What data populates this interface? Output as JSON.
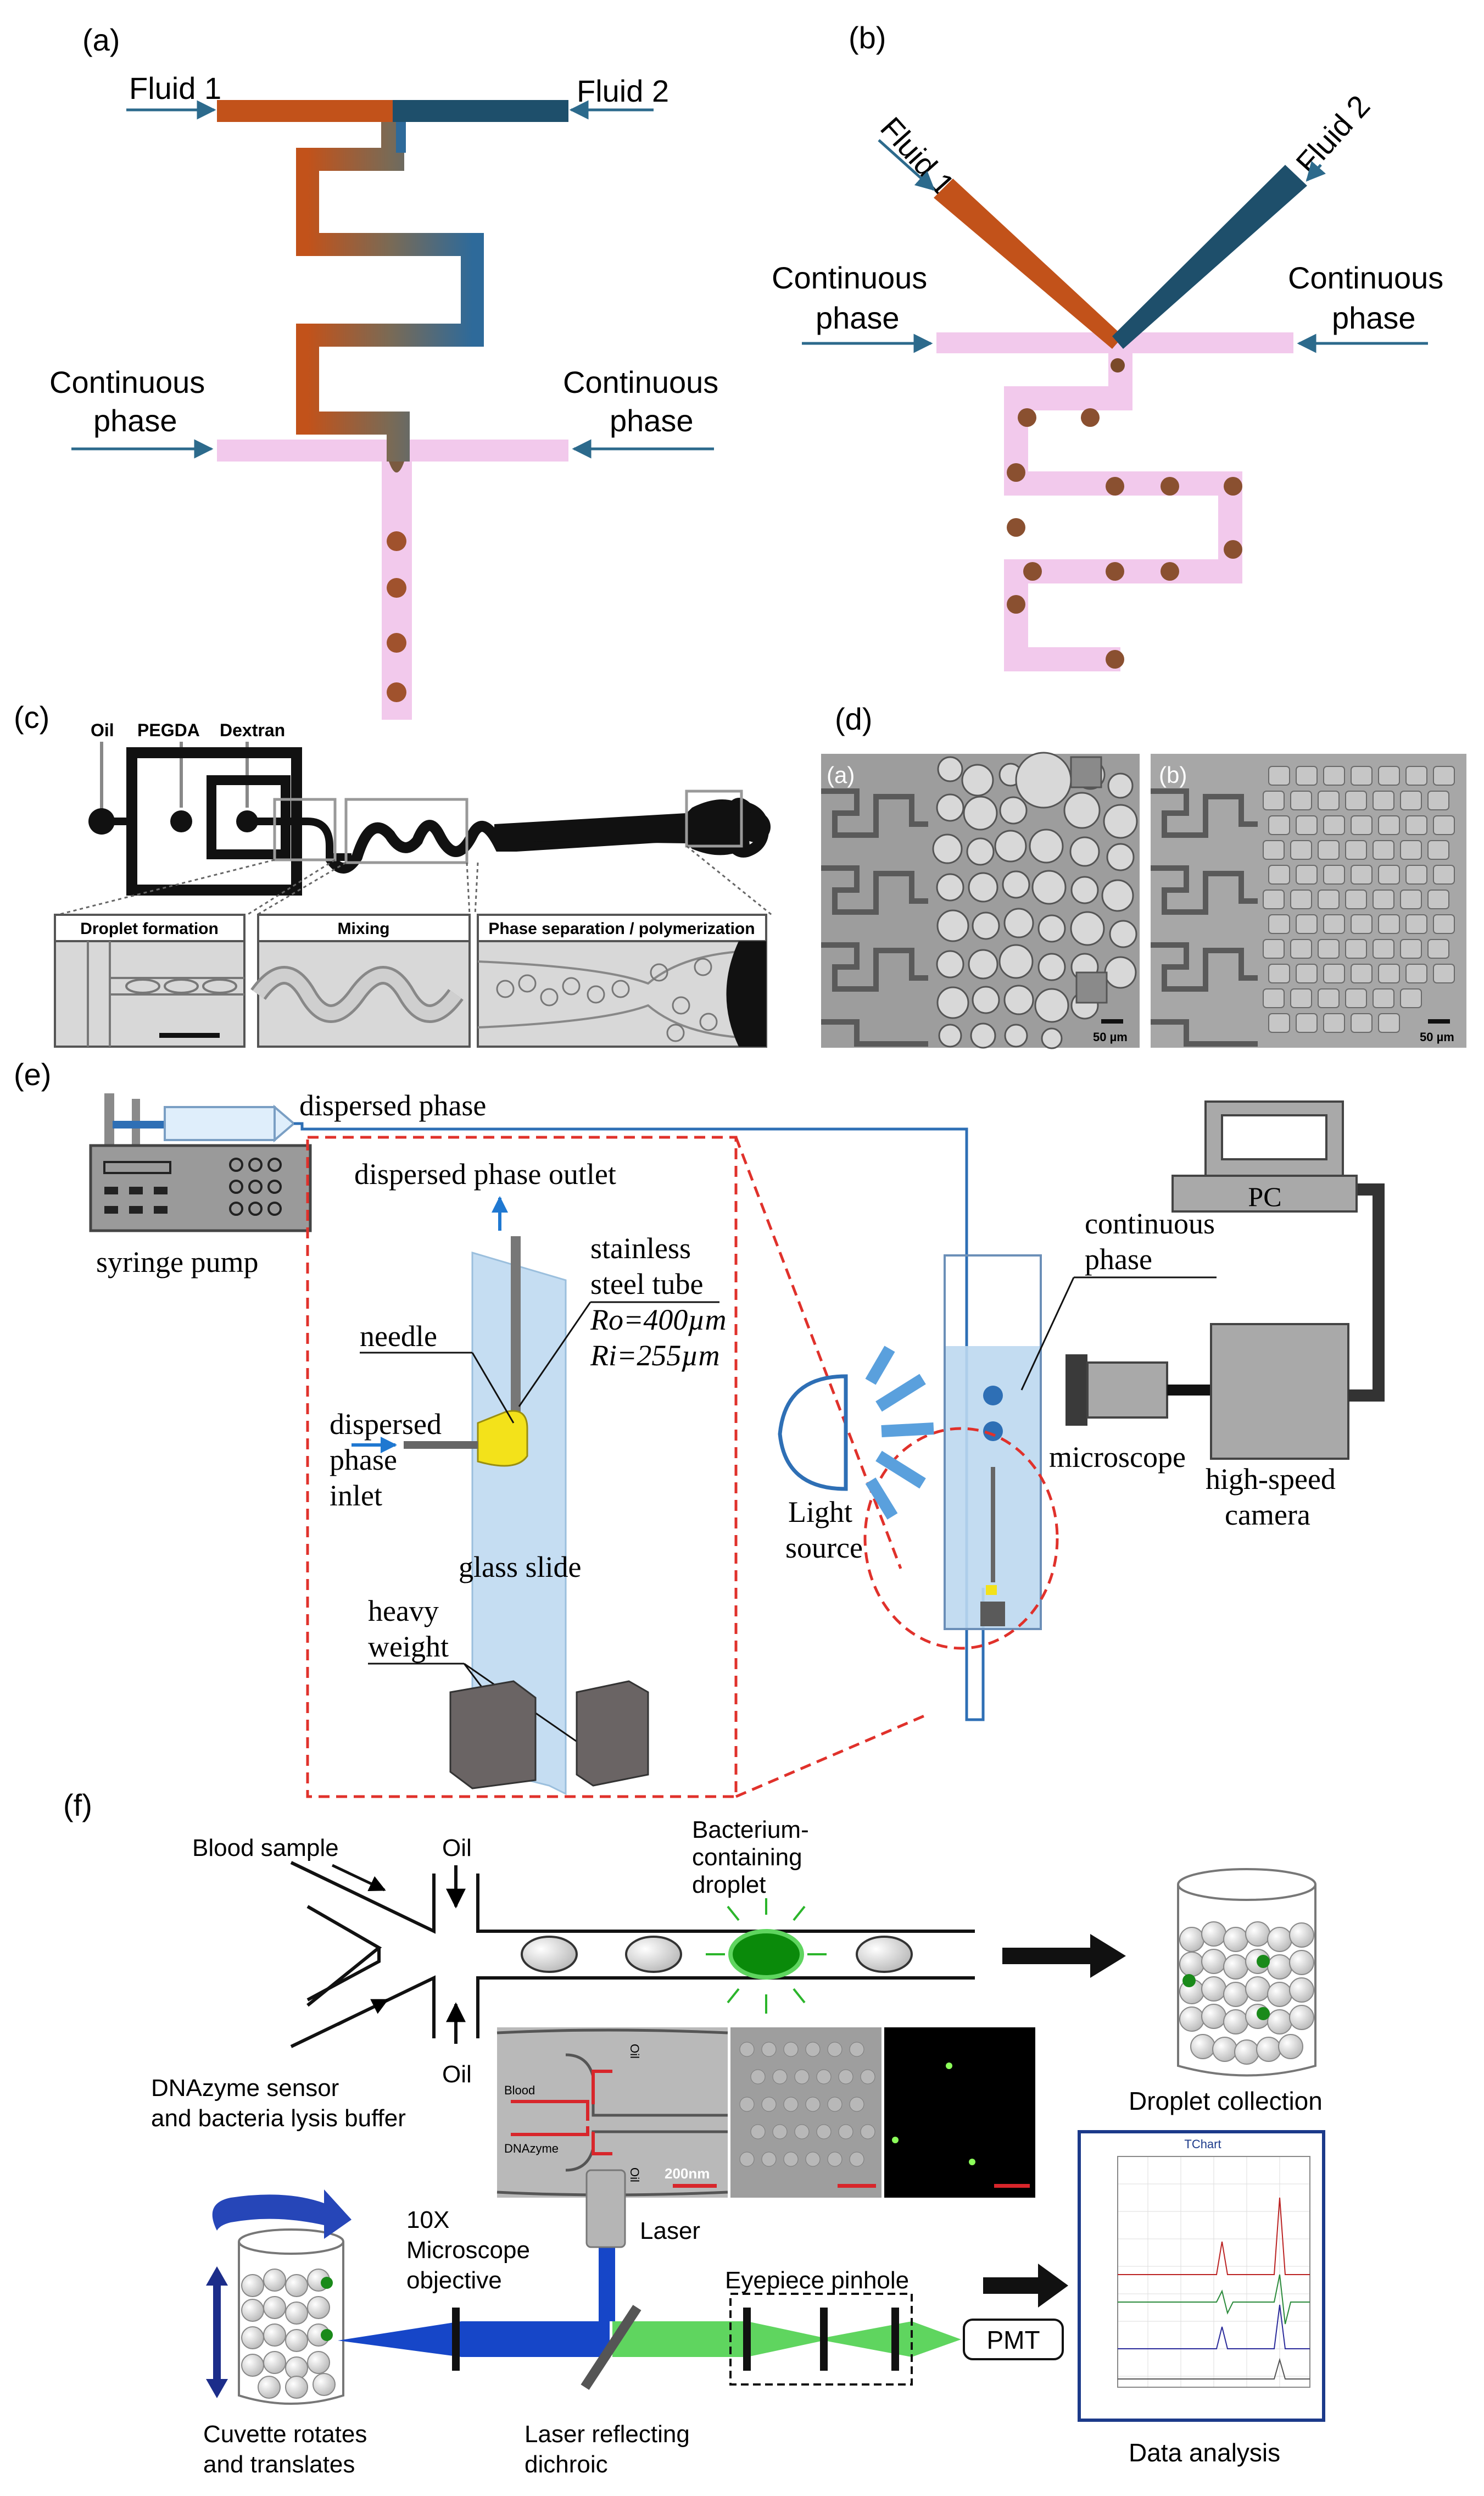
{
  "panel_labels": {
    "a": "(a)",
    "b": "(b)",
    "c": "(c)",
    "d": "(d)",
    "e": "(e)",
    "f": "(f)"
  },
  "colors": {
    "fluid1": "#c2521a",
    "fluid2": "#1e4f6b",
    "fluid2_light": "#2e6a9a",
    "continuous": "#f2c9ec",
    "arrow": "#2c6a8c",
    "red_dashed": "#e0312b",
    "light_blue": "#bcd8f0",
    "ring_green": "#2bb52b",
    "drop_green": "#0a8a0a",
    "beam_blue": "#1646c8",
    "beam_green": "#5fd55f"
  },
  "panel_a": {
    "fluid1": "Fluid 1",
    "fluid2": "Fluid 2",
    "continuous_left_1": "Continuous",
    "continuous_left_2": "phase",
    "continuous_right_1": "Continuous",
    "continuous_right_2": "phase"
  },
  "panel_b": {
    "fluid1": "Fluid 1",
    "fluid2": "Fluid 2",
    "continuous_left_1": "Continuous",
    "continuous_left_2": "phase",
    "continuous_right_1": "Continuous",
    "continuous_right_2": "phase"
  },
  "panel_c": {
    "oil": "Oil",
    "pegda": "PEGDA",
    "dextran": "Dextran",
    "box1": "Droplet formation",
    "box2": "Mixing",
    "box3": "Phase separation / polymerization"
  },
  "panel_d": {
    "sub_a": "(a)",
    "sub_b": "(b)",
    "scale_a": "50 µm",
    "scale_b": "50 µm"
  },
  "panel_e": {
    "dispersed_phase": "dispersed phase",
    "syringe_pump": "syringe pump",
    "outlet": "dispersed phase outlet",
    "steel_1": "stainless",
    "steel_2": "steel tube",
    "ro": "Ro=400µm",
    "ri": "Ri=255µm",
    "needle": "needle",
    "inlet_1": "dispersed",
    "inlet_2": "phase",
    "inlet_3": "inlet",
    "glass_slide": "glass slide",
    "heavy_1": "heavy",
    "heavy_2": "weight",
    "light_1": "Light",
    "light_2": "source",
    "continuous_1": "continuous",
    "continuous_2": "phase",
    "pc": "PC",
    "microscope": "microscope",
    "camera_1": "high-speed",
    "camera_2": "camera"
  },
  "panel_f": {
    "blood_sample": "Blood sample",
    "oil_top": "Oil",
    "oil_bottom": "Oil",
    "bacterium_1": "Bacterium-",
    "bacterium_2": "containing",
    "bacterium_3": "droplet",
    "dnazyme_1": "DNAzyme sensor",
    "dnazyme_2": "and bacteria lysis buffer",
    "droplet_collection": "Droplet collection",
    "micro_blood": "Blood",
    "micro_dnazyme": "DNAzyme",
    "micro_oil_top": "Oil",
    "micro_oil_bottom": "Oil",
    "micro_scale": "200nm",
    "objective_1": "10X",
    "objective_2": "Microscope",
    "objective_3": "objective",
    "laser": "Laser",
    "eyepiece": "Eyepiece pinhole",
    "pmt": "PMT",
    "tchart": "TChart",
    "cuvette_1": "Cuvette rotates",
    "cuvette_2": "and translates",
    "dichroic_1": "Laser reflecting",
    "dichroic_2": "dichroic",
    "data_analysis": "Data analysis"
  }
}
